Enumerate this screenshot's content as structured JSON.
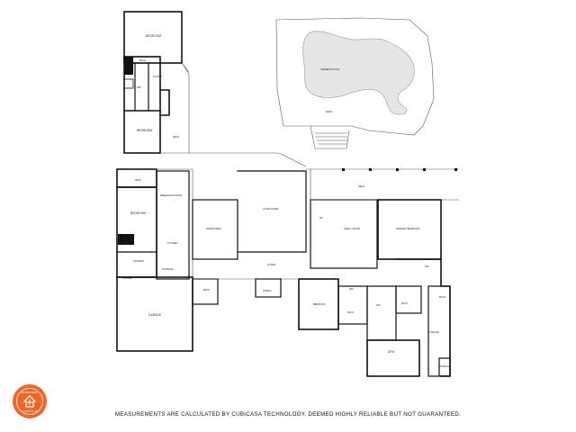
{
  "rooms": {
    "bedroom_top": "BEDROOM",
    "bedroom_mid": "BEDROOM",
    "bath_top": "BATH",
    "wic_top": "WIC",
    "closet_top": "CLOSET",
    "deck": "DECK",
    "swimming_pool": "SWIMMING POOL",
    "deck_pool": "DECK",
    "bath_left": "BATH",
    "breakfast_room": "BREAKFAST ROOM",
    "bedroom_left": "BEDROOM",
    "kitchen": "KITCHEN",
    "laundry": "LAUNDRY",
    "garage": "GARAGE",
    "dining_area": "DINING AREA",
    "living_room": "LIVING ROOM",
    "deck_right": "DECK",
    "family_room": "FAMILY ROOM",
    "primary_bedroom": "PRIMARY BEDROOM",
    "wic_right": "WIC",
    "bath_center": "BATH",
    "foyer": "FOYER",
    "porch": "PORCH",
    "bedroom_lower": "BEDROOM",
    "wic_lower": "WIC",
    "wic_center": "WIC",
    "bath_lower": "BATH",
    "bath_right": "BATH",
    "storage": "STORAGE",
    "den": "DEN",
    "storage_right": "STORAGE",
    "closet_left": "CLOSET",
    "bath_small": "BATH",
    "wc": "WC",
    "storage_kitchen": "STORAGE"
  },
  "footer": "MEASUREMENTS ARE CALCULATED BY CUBICASA TECHNOLOGY. DEEMED HIGHLY RELIABLE BUT NOT GUARANTEED.",
  "badge": {
    "top": "CUBICASA",
    "bottom": "FLOOR PLAN",
    "color": "#e9692c"
  }
}
